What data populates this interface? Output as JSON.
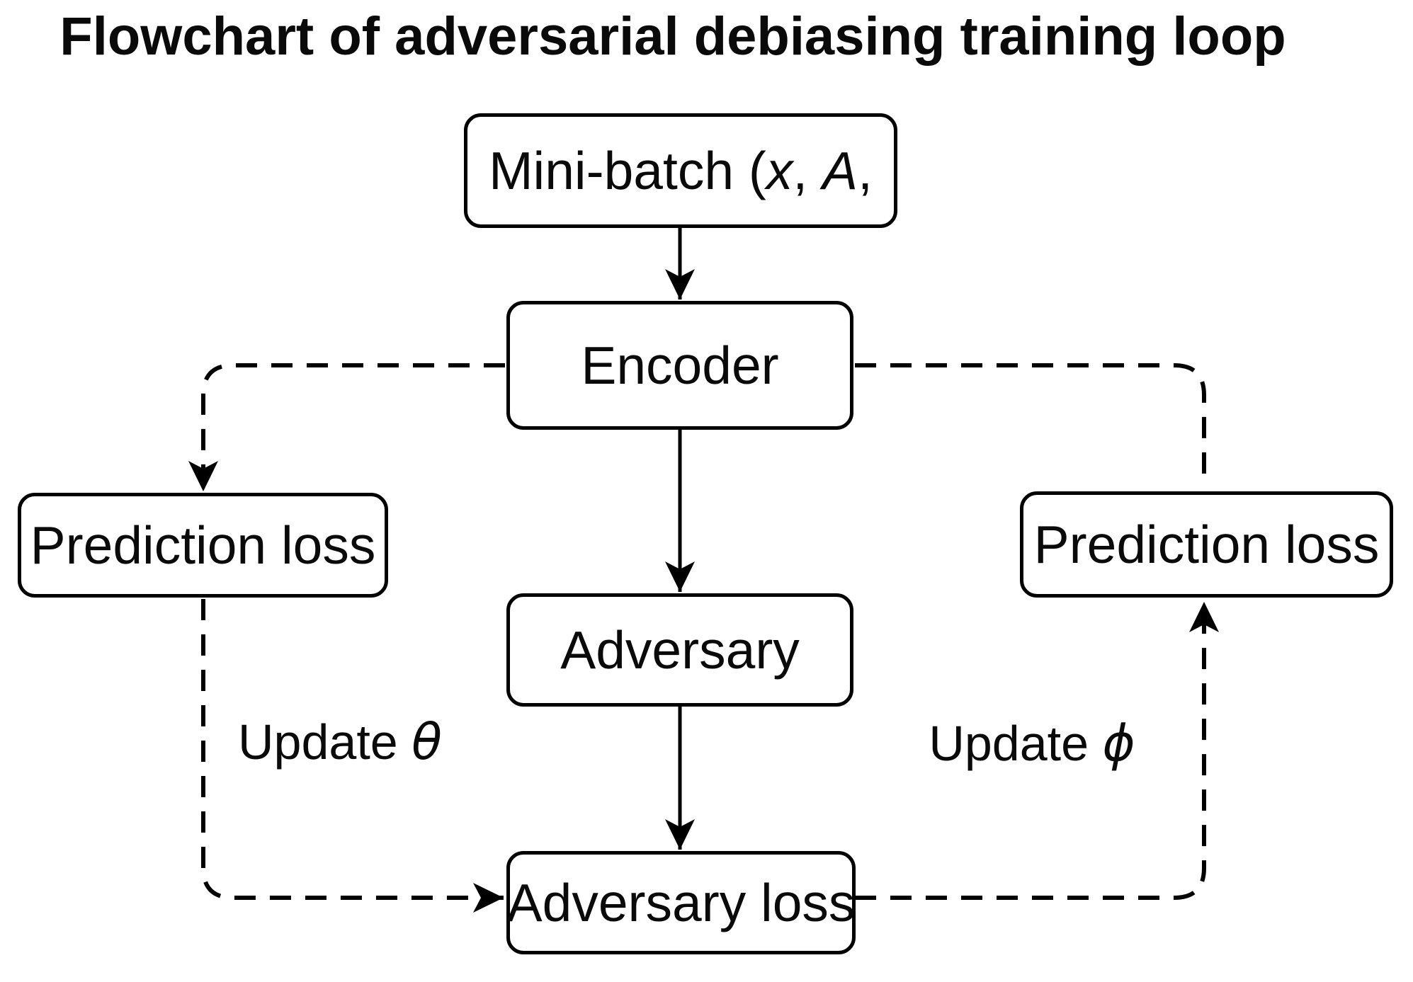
{
  "title": "Flowchart of adversarial debiasing training loop",
  "nodes": {
    "minibatch": {
      "label_prefix": "Mini-batch (",
      "var_x": "x",
      "label_mid": ", ",
      "var_a": "A",
      "label_suffix": ","
    },
    "encoder": {
      "label": "Encoder"
    },
    "adversary": {
      "label": "Adversary"
    },
    "adversary_loss": {
      "label": "Adversary loss"
    },
    "prediction_loss_left": {
      "label": "Prediction loss"
    },
    "prediction_loss_right": {
      "label": "Prediction loss"
    }
  },
  "annotations": {
    "update_theta": {
      "text": "Update ",
      "symbol": "θ"
    },
    "update_phi": {
      "text": "Update ",
      "symbol": "ϕ"
    }
  },
  "edges": [
    {
      "from": "Mini-batch (x, A,",
      "to": "Encoder",
      "style": "solid",
      "arrow": true
    },
    {
      "from": "Encoder",
      "to": "Adversary",
      "style": "solid",
      "arrow": true
    },
    {
      "from": "Adversary",
      "to": "Adversary loss",
      "style": "solid",
      "arrow": true
    },
    {
      "from": "Encoder",
      "to": "Prediction loss (left)",
      "style": "dashed",
      "arrow": true
    },
    {
      "from": "Prediction loss (left)",
      "to": "Adversary loss",
      "style": "dashed",
      "arrow": true,
      "label": "Update θ"
    },
    {
      "from": "Encoder",
      "to": "Prediction loss (right)",
      "style": "dashed",
      "arrow": false
    },
    {
      "from": "Adversary loss",
      "to": "Prediction loss (right)",
      "style": "dashed",
      "arrow": true,
      "label": "Update ϕ"
    }
  ],
  "colors": {
    "ink": "#000000",
    "background": "#ffffff"
  }
}
